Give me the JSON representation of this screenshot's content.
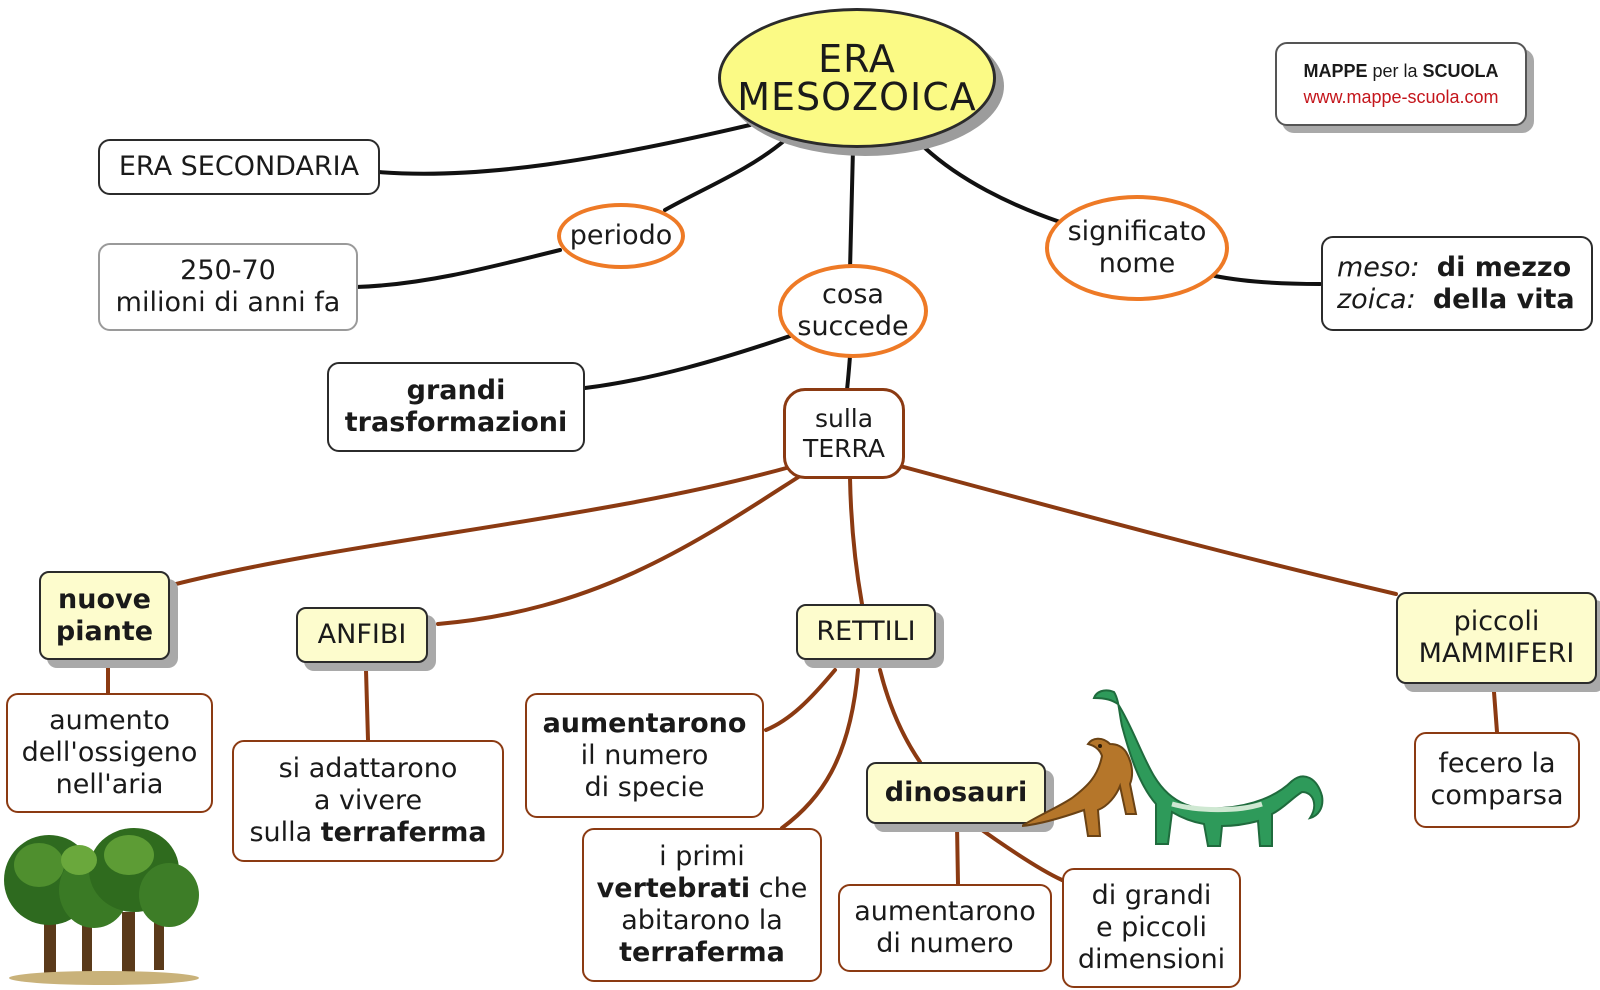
{
  "title": {
    "line1": "ERA",
    "line2": "MESOZOICA"
  },
  "branding": {
    "mappe": "MAPPE",
    "per_la": "per la",
    "scuola": "SCUOLA",
    "url": "www.mappe-scuola.com"
  },
  "era_secondaria": "ERA SECONDARIA",
  "periodo": {
    "label": "periodo",
    "value_line1": "250-70",
    "value_line2": "milioni di anni fa"
  },
  "significato": {
    "label_line1": "significato",
    "label_line2": "nome",
    "meso_prefix": "meso:",
    "meso_text": "di mezzo",
    "zoica_prefix": "zoica:",
    "zoica_text": "della vita"
  },
  "cosa_succede": {
    "label_line1": "cosa",
    "label_line2": "succede",
    "grandi_line1": "grandi",
    "grandi_line2": "trasformazioni"
  },
  "terra": {
    "line1": "sulla",
    "line2": "TERRA"
  },
  "piante": {
    "label_line1": "nuove",
    "label_line2": "piante",
    "desc_line1": "aumento",
    "desc_line2": "dell'ossigeno",
    "desc_line3": "nell'aria"
  },
  "anfibi": {
    "label": "ANFIBI",
    "desc_line1": "si adattarono",
    "desc_line2": "a vivere",
    "desc_line3a": "sulla ",
    "desc_line3b": "terraferma"
  },
  "rettili": {
    "label": "RETTILI",
    "aumentarono_line1": "aumentarono",
    "aumentarono_line2": "il numero",
    "aumentarono_line3": "di specie",
    "primi_line1": "i primi",
    "primi_line2a": "vertebrati",
    "primi_line2b": " che",
    "primi_line3": "abitarono la",
    "primi_line4": "terraferma"
  },
  "dinosauri": {
    "label": "dinosauri",
    "numero_line1": "aumentarono",
    "numero_line2": "di numero",
    "dim_line1": "di grandi",
    "dim_line2": "e piccoli",
    "dim_line3": "dimensioni"
  },
  "mammiferi": {
    "label_line1": "piccoli",
    "label_line2": "MAMMIFERI",
    "desc_line1": "fecero la",
    "desc_line2": "comparsa"
  },
  "colors": {
    "title_fill": "#fbfa85",
    "node_fill": "#fdfccd",
    "oval_border": "#ee7a26",
    "link_black": "#111111",
    "link_brown": "#8b3a12",
    "brand_url": "#c4161c"
  }
}
